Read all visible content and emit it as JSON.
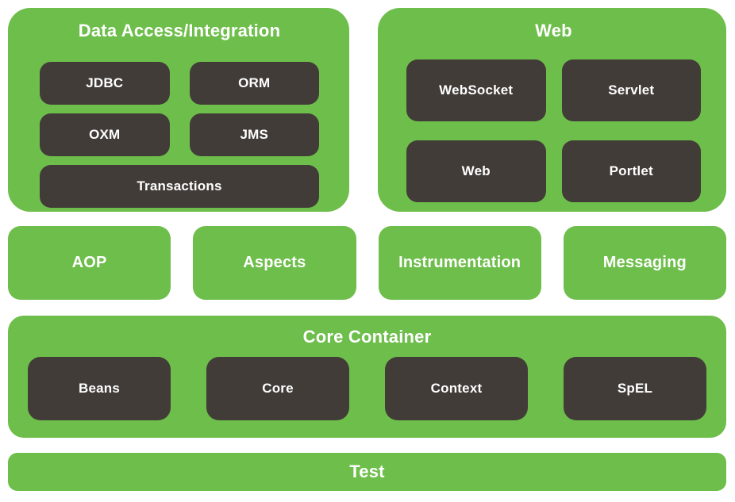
{
  "colors": {
    "green": "#6EBE4B",
    "dark": "#423C38",
    "text_light": "#FFFFFF"
  },
  "layers": {
    "data_access": {
      "title": "Data Access/Integration",
      "modules": [
        "JDBC",
        "ORM",
        "OXM",
        "JMS",
        "Transactions"
      ]
    },
    "web": {
      "title": "Web",
      "modules": [
        "WebSocket",
        "Servlet",
        "Web",
        "Portlet"
      ]
    },
    "middleware": {
      "modules": [
        "AOP",
        "Aspects",
        "Instrumentation",
        "Messaging"
      ]
    },
    "core_container": {
      "title": "Core Container",
      "modules": [
        "Beans",
        "Core",
        "Context",
        "SpEL"
      ]
    },
    "test": {
      "title": "Test"
    }
  }
}
